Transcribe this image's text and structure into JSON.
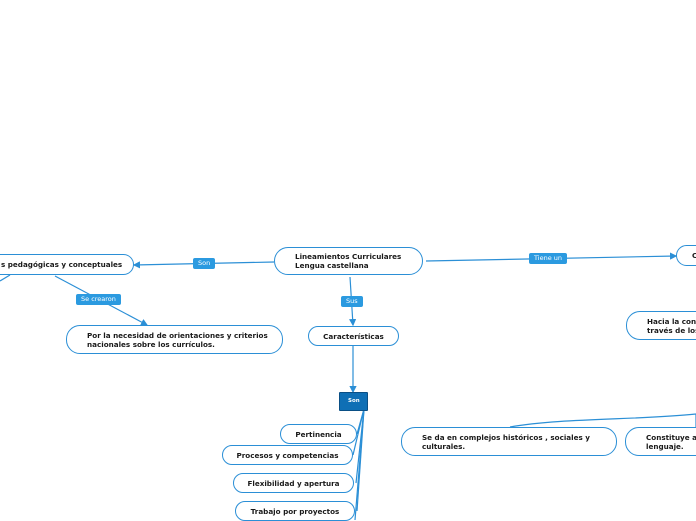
{
  "nodes": {
    "main": "Lineamientos Curriculares\nLengua castellana",
    "left_concepts": "s pedagógicas y conceptuales",
    "origin": "Por la necesidad de orientaciones y criterios\nnacionales sobre los currículos.",
    "caracteristicas": "Características",
    "right_partial": "C",
    "hacia": "Hacia la cons\ntravés de los",
    "complejos": "Se da en complejos históricos , sociales y\nculturales.",
    "constituye": "Constituye a\nlenguaje.",
    "items": [
      "Pertinencia",
      "Procesos y competencias",
      "Flexibilidad y apertura",
      "Trabajo por proyectos"
    ]
  },
  "labels": {
    "son_left": "Son",
    "se_crearon": "Se crearon",
    "sus": "Sus",
    "tiene_un": "Tiene un",
    "son_box": "Son"
  },
  "colors": {
    "line": "#2b8fd6",
    "tag": "#2b9ae0",
    "tag_dark": "#0f6fb5"
  }
}
